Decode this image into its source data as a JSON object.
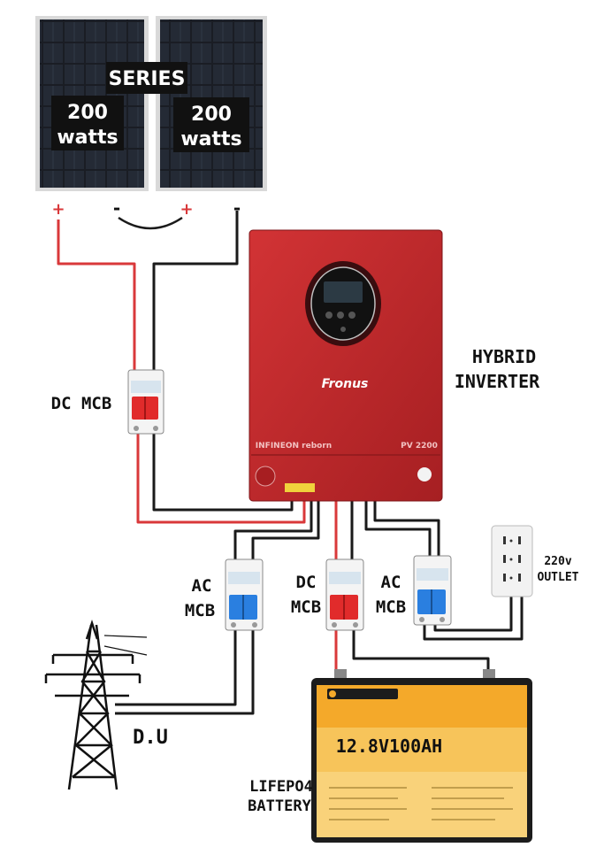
{
  "panels": {
    "series_label": "SERIES",
    "left": {
      "watts_value": "200",
      "watts_unit": "watts"
    },
    "right": {
      "watts_value": "200",
      "watts_unit": "watts"
    },
    "plus_sign": "+",
    "minus_sign": "-"
  },
  "inverter": {
    "brand": "Fronus",
    "series_text": "INFINEON reborn",
    "model": "PV 2200",
    "label_line1": "HYBRID",
    "label_line2": "INVERTER"
  },
  "breakers": {
    "dc_mcb_pv": "DC MCB",
    "ac_mcb_in_line1": "AC",
    "ac_mcb_in_line2": "MCB",
    "dc_mcb_bat_line1": "DC",
    "dc_mcb_bat_line2": "MCB",
    "ac_mcb_out_line1": "AC",
    "ac_mcb_out_line2": "MCB"
  },
  "outlet": {
    "line1": "220v",
    "line2": "OUTLET"
  },
  "grid": {
    "label": "D.U"
  },
  "battery": {
    "capacity": "12.8V100AH",
    "chem_line1": "LIFEPO4",
    "chem_line2": "BATTERY"
  },
  "colors": {
    "positive_wire": "#d9383a",
    "negative_wire": "#1a1a1a",
    "inverter_body": "#c42a2c",
    "battery_top": "#f4a92a",
    "battery_case": "#1c1c1c",
    "breaker_red": "#e12b2b",
    "breaker_blue": "#2a7fe0"
  }
}
